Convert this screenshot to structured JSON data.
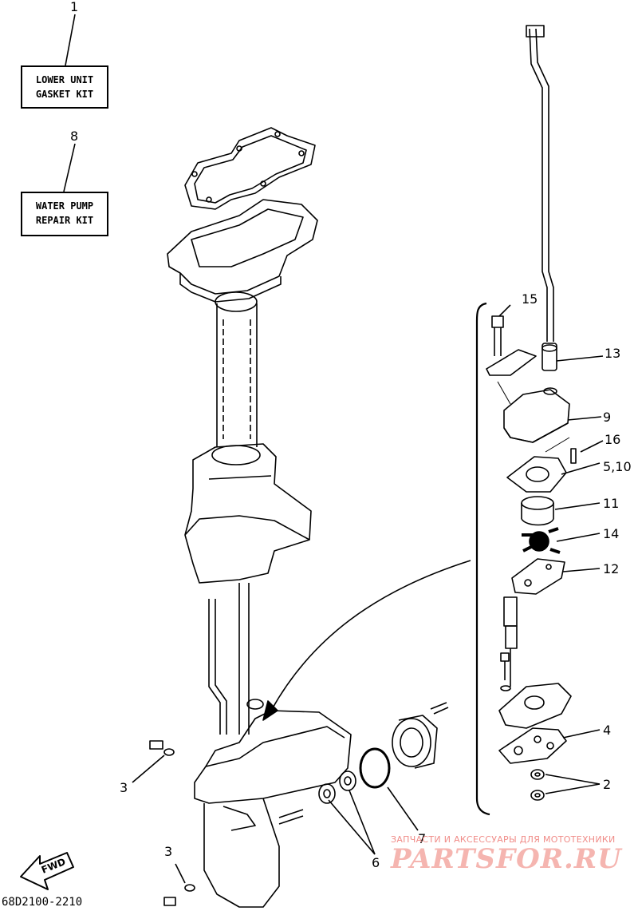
{
  "kits": {
    "gasket": {
      "callout": "1",
      "line1": "LOWER UNIT",
      "line2": "GASKET KIT"
    },
    "water_pump": {
      "callout": "8",
      "line1": "WATER PUMP",
      "line2": "REPAIR KIT"
    }
  },
  "callouts": {
    "c2": "2",
    "c3a": "3",
    "c3b": "3",
    "c4": "4",
    "c5_10": "5,10",
    "c6": "6",
    "c7": "7",
    "c9": "9",
    "c11": "11",
    "c12": "12",
    "c13": "13",
    "c14": "14",
    "c15": "15",
    "c16": "16"
  },
  "fwd_label": "FWD",
  "diagram_code": "68D2100-2210",
  "watermark": {
    "line1": "ЗАПЧАСТИ И АКСЕССУАРЫ ДЛЯ МОТОТЕХНИКИ",
    "line2": "PARTSFOR.RU"
  }
}
